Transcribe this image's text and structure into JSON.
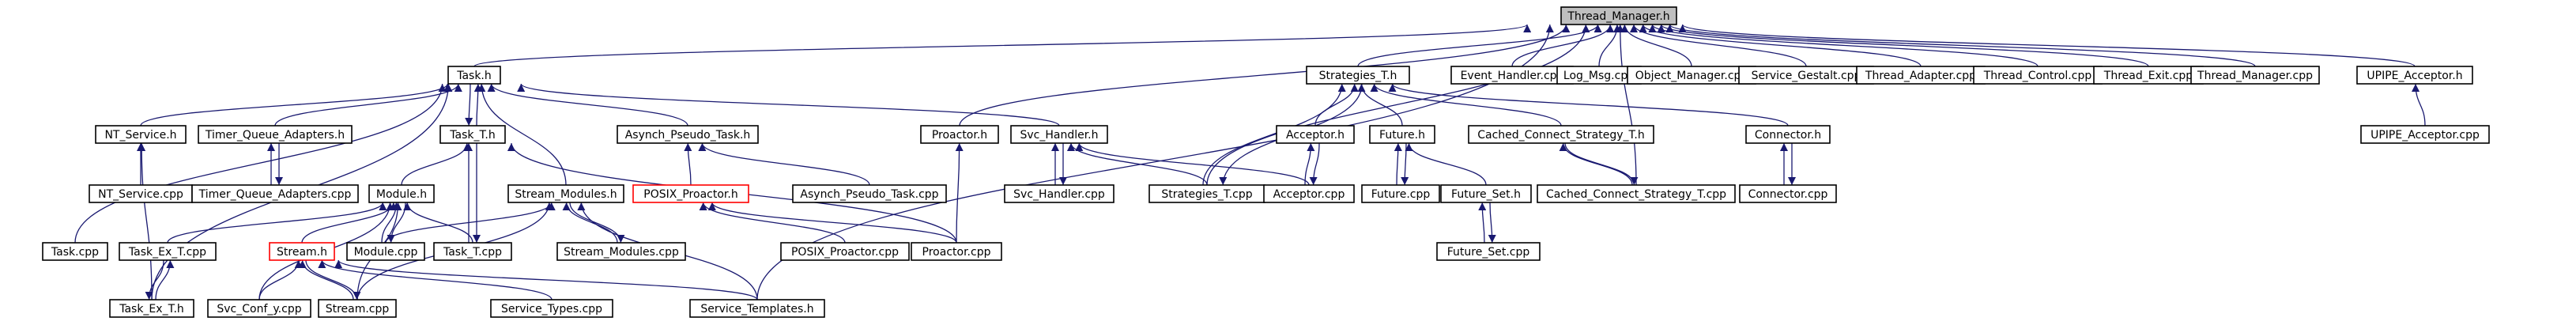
{
  "diagram": {
    "colors": {
      "edge": "#191970",
      "box_stroke": "#000000",
      "box_fill": "#ffffff",
      "root_fill": "#bfbfbf",
      "warn_stroke": "#ff0000"
    },
    "nodes": [
      {
        "id": "thread_manager_h",
        "label": "Thread_Manager.h",
        "style": "root"
      },
      {
        "id": "task_h",
        "label": "Task.h"
      },
      {
        "id": "strategies_t_h",
        "label": "Strategies_T.h"
      },
      {
        "id": "event_handler_cpp",
        "label": "Event_Handler.cpp"
      },
      {
        "id": "log_msg_cpp",
        "label": "Log_Msg.cpp"
      },
      {
        "id": "object_manager_cpp",
        "label": "Object_Manager.cpp"
      },
      {
        "id": "service_gestalt_cpp",
        "label": "Service_Gestalt.cpp"
      },
      {
        "id": "thread_adapter_cpp",
        "label": "Thread_Adapter.cpp"
      },
      {
        "id": "thread_control_cpp",
        "label": "Thread_Control.cpp"
      },
      {
        "id": "thread_exit_cpp",
        "label": "Thread_Exit.cpp"
      },
      {
        "id": "thread_manager_cpp",
        "label": "Thread_Manager.cpp"
      },
      {
        "id": "upipe_acceptor_h",
        "label": "UPIPE_Acceptor.h"
      },
      {
        "id": "nt_service_h",
        "label": "NT_Service.h"
      },
      {
        "id": "timer_queue_adapters_h",
        "label": "Timer_Queue_Adapters.h"
      },
      {
        "id": "task_t_h",
        "label": "Task_T.h"
      },
      {
        "id": "asynch_pseudo_task_h",
        "label": "Asynch_Pseudo_Task.h"
      },
      {
        "id": "proactor_h",
        "label": "Proactor.h"
      },
      {
        "id": "svc_handler_h",
        "label": "Svc_Handler.h"
      },
      {
        "id": "acceptor_h",
        "label": "Acceptor.h"
      },
      {
        "id": "future_h",
        "label": "Future.h"
      },
      {
        "id": "cached_connect_strategy_t_h",
        "label": "Cached_Connect_Strategy_T.h"
      },
      {
        "id": "connector_h",
        "label": "Connector.h"
      },
      {
        "id": "upipe_acceptor_cpp",
        "label": "UPIPE_Acceptor.cpp"
      },
      {
        "id": "nt_service_cpp",
        "label": "NT_Service.cpp"
      },
      {
        "id": "timer_queue_adapters_cpp",
        "label": "Timer_Queue_Adapters.cpp"
      },
      {
        "id": "module_h",
        "label": "Module.h"
      },
      {
        "id": "stream_modules_h",
        "label": "Stream_Modules.h"
      },
      {
        "id": "posix_proactor_h",
        "label": "POSIX_Proactor.h",
        "style": "warn"
      },
      {
        "id": "asynch_pseudo_task_cpp",
        "label": "Asynch_Pseudo_Task.cpp"
      },
      {
        "id": "svc_handler_cpp",
        "label": "Svc_Handler.cpp"
      },
      {
        "id": "strategies_t_cpp",
        "label": "Strategies_T.cpp"
      },
      {
        "id": "acceptor_cpp",
        "label": "Acceptor.cpp"
      },
      {
        "id": "future_cpp",
        "label": "Future.cpp"
      },
      {
        "id": "future_set_h",
        "label": "Future_Set.h"
      },
      {
        "id": "cached_connect_strategy_t_cpp",
        "label": "Cached_Connect_Strategy_T.cpp"
      },
      {
        "id": "connector_cpp",
        "label": "Connector.cpp"
      },
      {
        "id": "task_cpp",
        "label": "Task.cpp"
      },
      {
        "id": "task_ex_t_cpp",
        "label": "Task_Ex_T.cpp"
      },
      {
        "id": "stream_h",
        "label": "Stream.h",
        "style": "warn"
      },
      {
        "id": "module_cpp",
        "label": "Module.cpp"
      },
      {
        "id": "task_t_cpp",
        "label": "Task_T.cpp"
      },
      {
        "id": "stream_modules_cpp",
        "label": "Stream_Modules.cpp"
      },
      {
        "id": "posix_proactor_cpp",
        "label": "POSIX_Proactor.cpp"
      },
      {
        "id": "proactor_cpp",
        "label": "Proactor.cpp"
      },
      {
        "id": "future_set_cpp",
        "label": "Future_Set.cpp"
      },
      {
        "id": "task_ex_t_h",
        "label": "Task_Ex_T.h"
      },
      {
        "id": "svc_conf_y_cpp",
        "label": "Svc_Conf_y.cpp"
      },
      {
        "id": "stream_cpp",
        "label": "Stream.cpp"
      },
      {
        "id": "service_types_cpp",
        "label": "Service_Types.cpp"
      },
      {
        "id": "service_templates_h",
        "label": "Service_Templates.h"
      }
    ],
    "edges": [
      [
        "task_h",
        "thread_manager_h"
      ],
      [
        "strategies_t_h",
        "thread_manager_h"
      ],
      [
        "event_handler_cpp",
        "thread_manager_h"
      ],
      [
        "log_msg_cpp",
        "thread_manager_h"
      ],
      [
        "object_manager_cpp",
        "thread_manager_h"
      ],
      [
        "service_gestalt_cpp",
        "thread_manager_h"
      ],
      [
        "thread_adapter_cpp",
        "thread_manager_h"
      ],
      [
        "thread_control_cpp",
        "thread_manager_h"
      ],
      [
        "thread_exit_cpp",
        "thread_manager_h"
      ],
      [
        "thread_manager_cpp",
        "thread_manager_h"
      ],
      [
        "upipe_acceptor_h",
        "thread_manager_h"
      ],
      [
        "proactor_h",
        "thread_manager_h"
      ],
      [
        "strategies_t_cpp",
        "thread_manager_h"
      ],
      [
        "cached_connect_strategy_t_cpp",
        "thread_manager_h"
      ],
      [
        "service_templates_h",
        "thread_manager_h"
      ],
      [
        "nt_service_h",
        "task_h"
      ],
      [
        "timer_queue_adapters_h",
        "task_h"
      ],
      [
        "task_t_h",
        "task_h"
      ],
      [
        "task_h",
        "task_t_h"
      ],
      [
        "asynch_pseudo_task_h",
        "task_h"
      ],
      [
        "svc_handler_h",
        "task_h"
      ],
      [
        "stream_modules_h",
        "task_h"
      ],
      [
        "task_cpp",
        "task_h"
      ],
      [
        "task_ex_t_h",
        "task_h"
      ],
      [
        "acceptor_h",
        "strategies_t_h"
      ],
      [
        "future_h",
        "strategies_t_h"
      ],
      [
        "cached_connect_strategy_t_h",
        "strategies_t_h"
      ],
      [
        "connector_h",
        "strategies_t_h"
      ],
      [
        "strategies_t_cpp",
        "strategies_t_h"
      ],
      [
        "strategies_t_h",
        "strategies_t_cpp"
      ],
      [
        "upipe_acceptor_cpp",
        "upipe_acceptor_h"
      ],
      [
        "nt_service_cpp",
        "nt_service_h"
      ],
      [
        "timer_queue_adapters_cpp",
        "timer_queue_adapters_h"
      ],
      [
        "timer_queue_adapters_h",
        "timer_queue_adapters_cpp"
      ],
      [
        "module_h",
        "task_t_h"
      ],
      [
        "task_t_cpp",
        "task_t_h"
      ],
      [
        "task_t_h",
        "task_t_cpp"
      ],
      [
        "proactor_cpp",
        "task_t_h"
      ],
      [
        "posix_proactor_h",
        "asynch_pseudo_task_h"
      ],
      [
        "asynch_pseudo_task_cpp",
        "asynch_pseudo_task_h"
      ],
      [
        "proactor_cpp",
        "proactor_h"
      ],
      [
        "svc_handler_cpp",
        "svc_handler_h"
      ],
      [
        "svc_handler_h",
        "svc_handler_cpp"
      ],
      [
        "strategies_t_cpp",
        "svc_handler_h"
      ],
      [
        "acceptor_cpp",
        "svc_handler_h"
      ],
      [
        "acceptor_cpp",
        "acceptor_h"
      ],
      [
        "acceptor_h",
        "acceptor_cpp"
      ],
      [
        "future_cpp",
        "future_h"
      ],
      [
        "future_h",
        "future_cpp"
      ],
      [
        "future_set_h",
        "future_h"
      ],
      [
        "cached_connect_strategy_t_cpp",
        "cached_connect_strategy_t_h"
      ],
      [
        "cached_connect_strategy_t_h",
        "cached_connect_strategy_t_cpp"
      ],
      [
        "connector_cpp",
        "connector_h"
      ],
      [
        "connector_h",
        "connector_cpp"
      ],
      [
        "task_ex_t_cpp",
        "module_h"
      ],
      [
        "stream_h",
        "module_h"
      ],
      [
        "module_cpp",
        "module_h"
      ],
      [
        "module_h",
        "module_cpp"
      ],
      [
        "task_t_cpp",
        "module_h"
      ],
      [
        "svc_conf_y_cpp",
        "module_h"
      ],
      [
        "stream_cpp",
        "module_h"
      ],
      [
        "module_cpp",
        "stream_modules_h"
      ],
      [
        "stream_modules_cpp",
        "stream_modules_h"
      ],
      [
        "stream_modules_h",
        "stream_modules_cpp"
      ],
      [
        "stream_cpp",
        "stream_modules_h"
      ],
      [
        "service_templates_h",
        "stream_modules_h"
      ],
      [
        "posix_proactor_cpp",
        "posix_proactor_h"
      ],
      [
        "proactor_cpp",
        "posix_proactor_h"
      ],
      [
        "future_set_cpp",
        "future_set_h"
      ],
      [
        "future_set_h",
        "future_set_cpp"
      ],
      [
        "task_ex_t_h",
        "task_ex_t_cpp"
      ],
      [
        "task_ex_t_cpp",
        "task_ex_t_h"
      ],
      [
        "stream_cpp",
        "stream_h"
      ],
      [
        "stream_h",
        "stream_cpp"
      ],
      [
        "svc_conf_y_cpp",
        "stream_h"
      ],
      [
        "service_types_cpp",
        "stream_h"
      ],
      [
        "service_templates_h",
        "stream_h"
      ],
      [
        "task_ex_t_h",
        "nt_service_h"
      ]
    ]
  }
}
